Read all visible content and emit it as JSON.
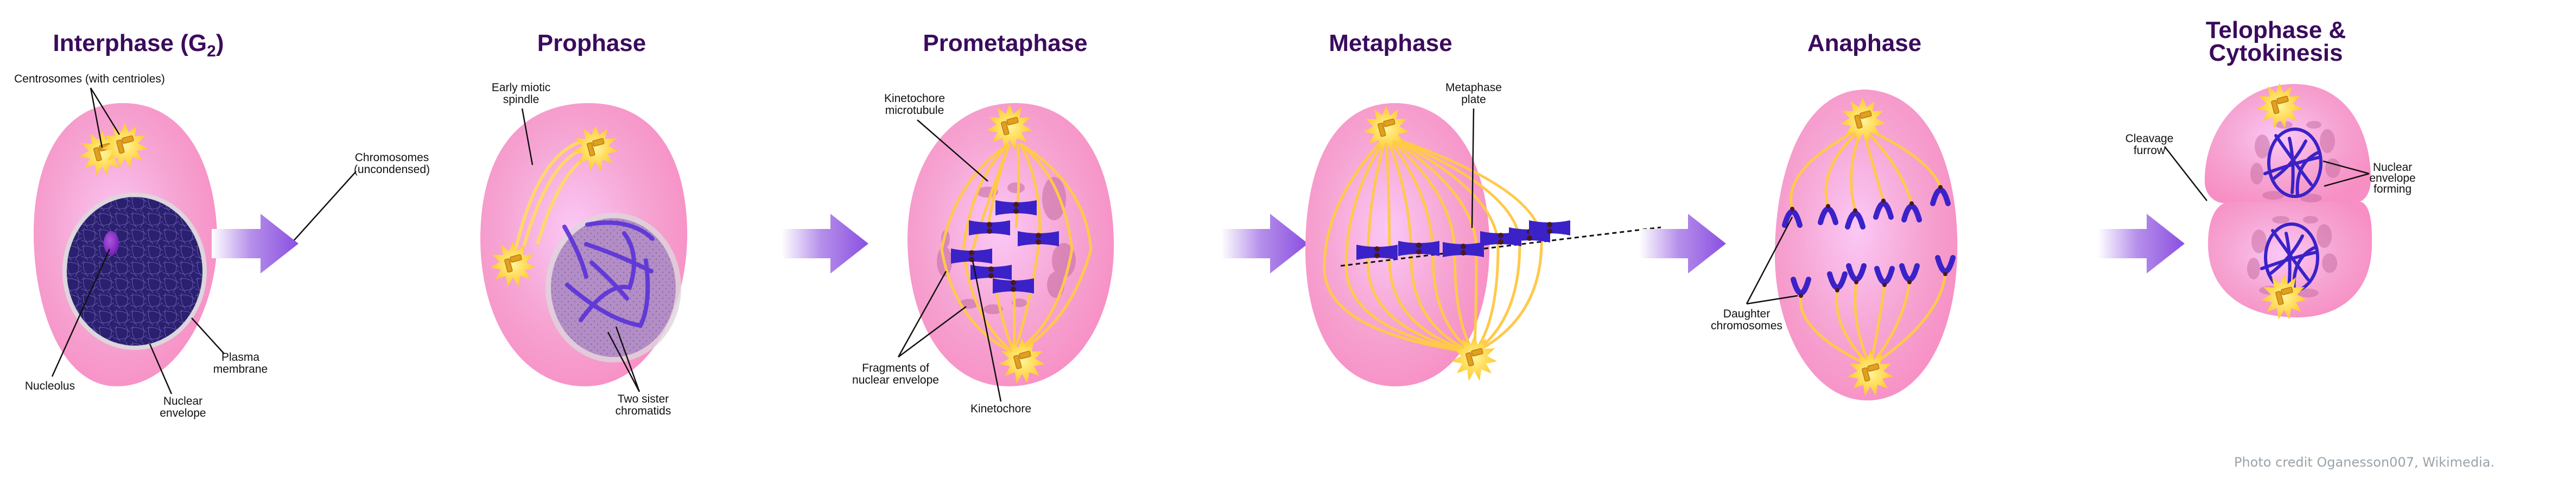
{
  "diagram": {
    "title": "Stages of mitosis",
    "phases": [
      {
        "id": "interphase",
        "title": "Interphase (G",
        "title_subscript": "2",
        "title_suffix": ")",
        "labels": [
          {
            "key": "centrosomes",
            "lines": [
              "Centrosomes (with centrioles)"
            ]
          },
          {
            "key": "chromosomes",
            "lines": [
              "Chromosomes",
              "(uncondensed)"
            ]
          },
          {
            "key": "nucleolus",
            "lines": [
              "Nucleolus"
            ]
          },
          {
            "key": "nuclear_envelope",
            "lines": [
              "Nuclear",
              "envelope"
            ]
          },
          {
            "key": "plasma_membrane",
            "lines": [
              "Plasma",
              "membrane"
            ]
          }
        ]
      },
      {
        "id": "prophase",
        "title": "Prophase",
        "labels": [
          {
            "key": "early_spindle",
            "lines": [
              "Early miotic",
              "spindle"
            ]
          },
          {
            "key": "sister_chromatids",
            "lines": [
              "Two sister",
              "chromatids"
            ]
          }
        ]
      },
      {
        "id": "prometaphase",
        "title": "Prometaphase",
        "labels": [
          {
            "key": "kinetochore_microtubule",
            "lines": [
              "Kinetochore",
              "microtubule"
            ]
          },
          {
            "key": "fragments",
            "lines": [
              "Fragments of",
              "nuclear envelope"
            ]
          },
          {
            "key": "kinetochore",
            "lines": [
              "Kinetochore"
            ]
          }
        ]
      },
      {
        "id": "metaphase",
        "title": "Metaphase",
        "labels": [
          {
            "key": "metaphase_plate",
            "lines": [
              "Metaphase",
              "plate"
            ]
          }
        ]
      },
      {
        "id": "anaphase",
        "title": "Anaphase",
        "labels": [
          {
            "key": "daughter_chromosomes",
            "lines": [
              "Daughter",
              "chromosomes"
            ]
          }
        ]
      },
      {
        "id": "telophase",
        "title_lines": [
          "Telophase &",
          "Cytokinesis"
        ],
        "labels": [
          {
            "key": "cleavage_furrow",
            "lines": [
              "Cleavage",
              "furrow"
            ]
          },
          {
            "key": "nuclear_envelope_forming",
            "lines": [
              "Nuclear",
              "envelope",
              "forming"
            ]
          }
        ]
      }
    ],
    "arrows_count": 5
  },
  "credit": "Photo credit Oganesson007, Wikimedia.",
  "colors": {
    "title": "#3b0b5c",
    "cell_edge": "#f78fc4",
    "cell_center": "#fbc8f6",
    "chromosome": "#3a22c8",
    "chromatin": "#1f1a66",
    "spindle": "#ffc94a",
    "centrosome": "#ffd93b",
    "arrow": "#8a4fe0",
    "envelope": "#ddd6dc",
    "credit": "#9aa3aa"
  }
}
